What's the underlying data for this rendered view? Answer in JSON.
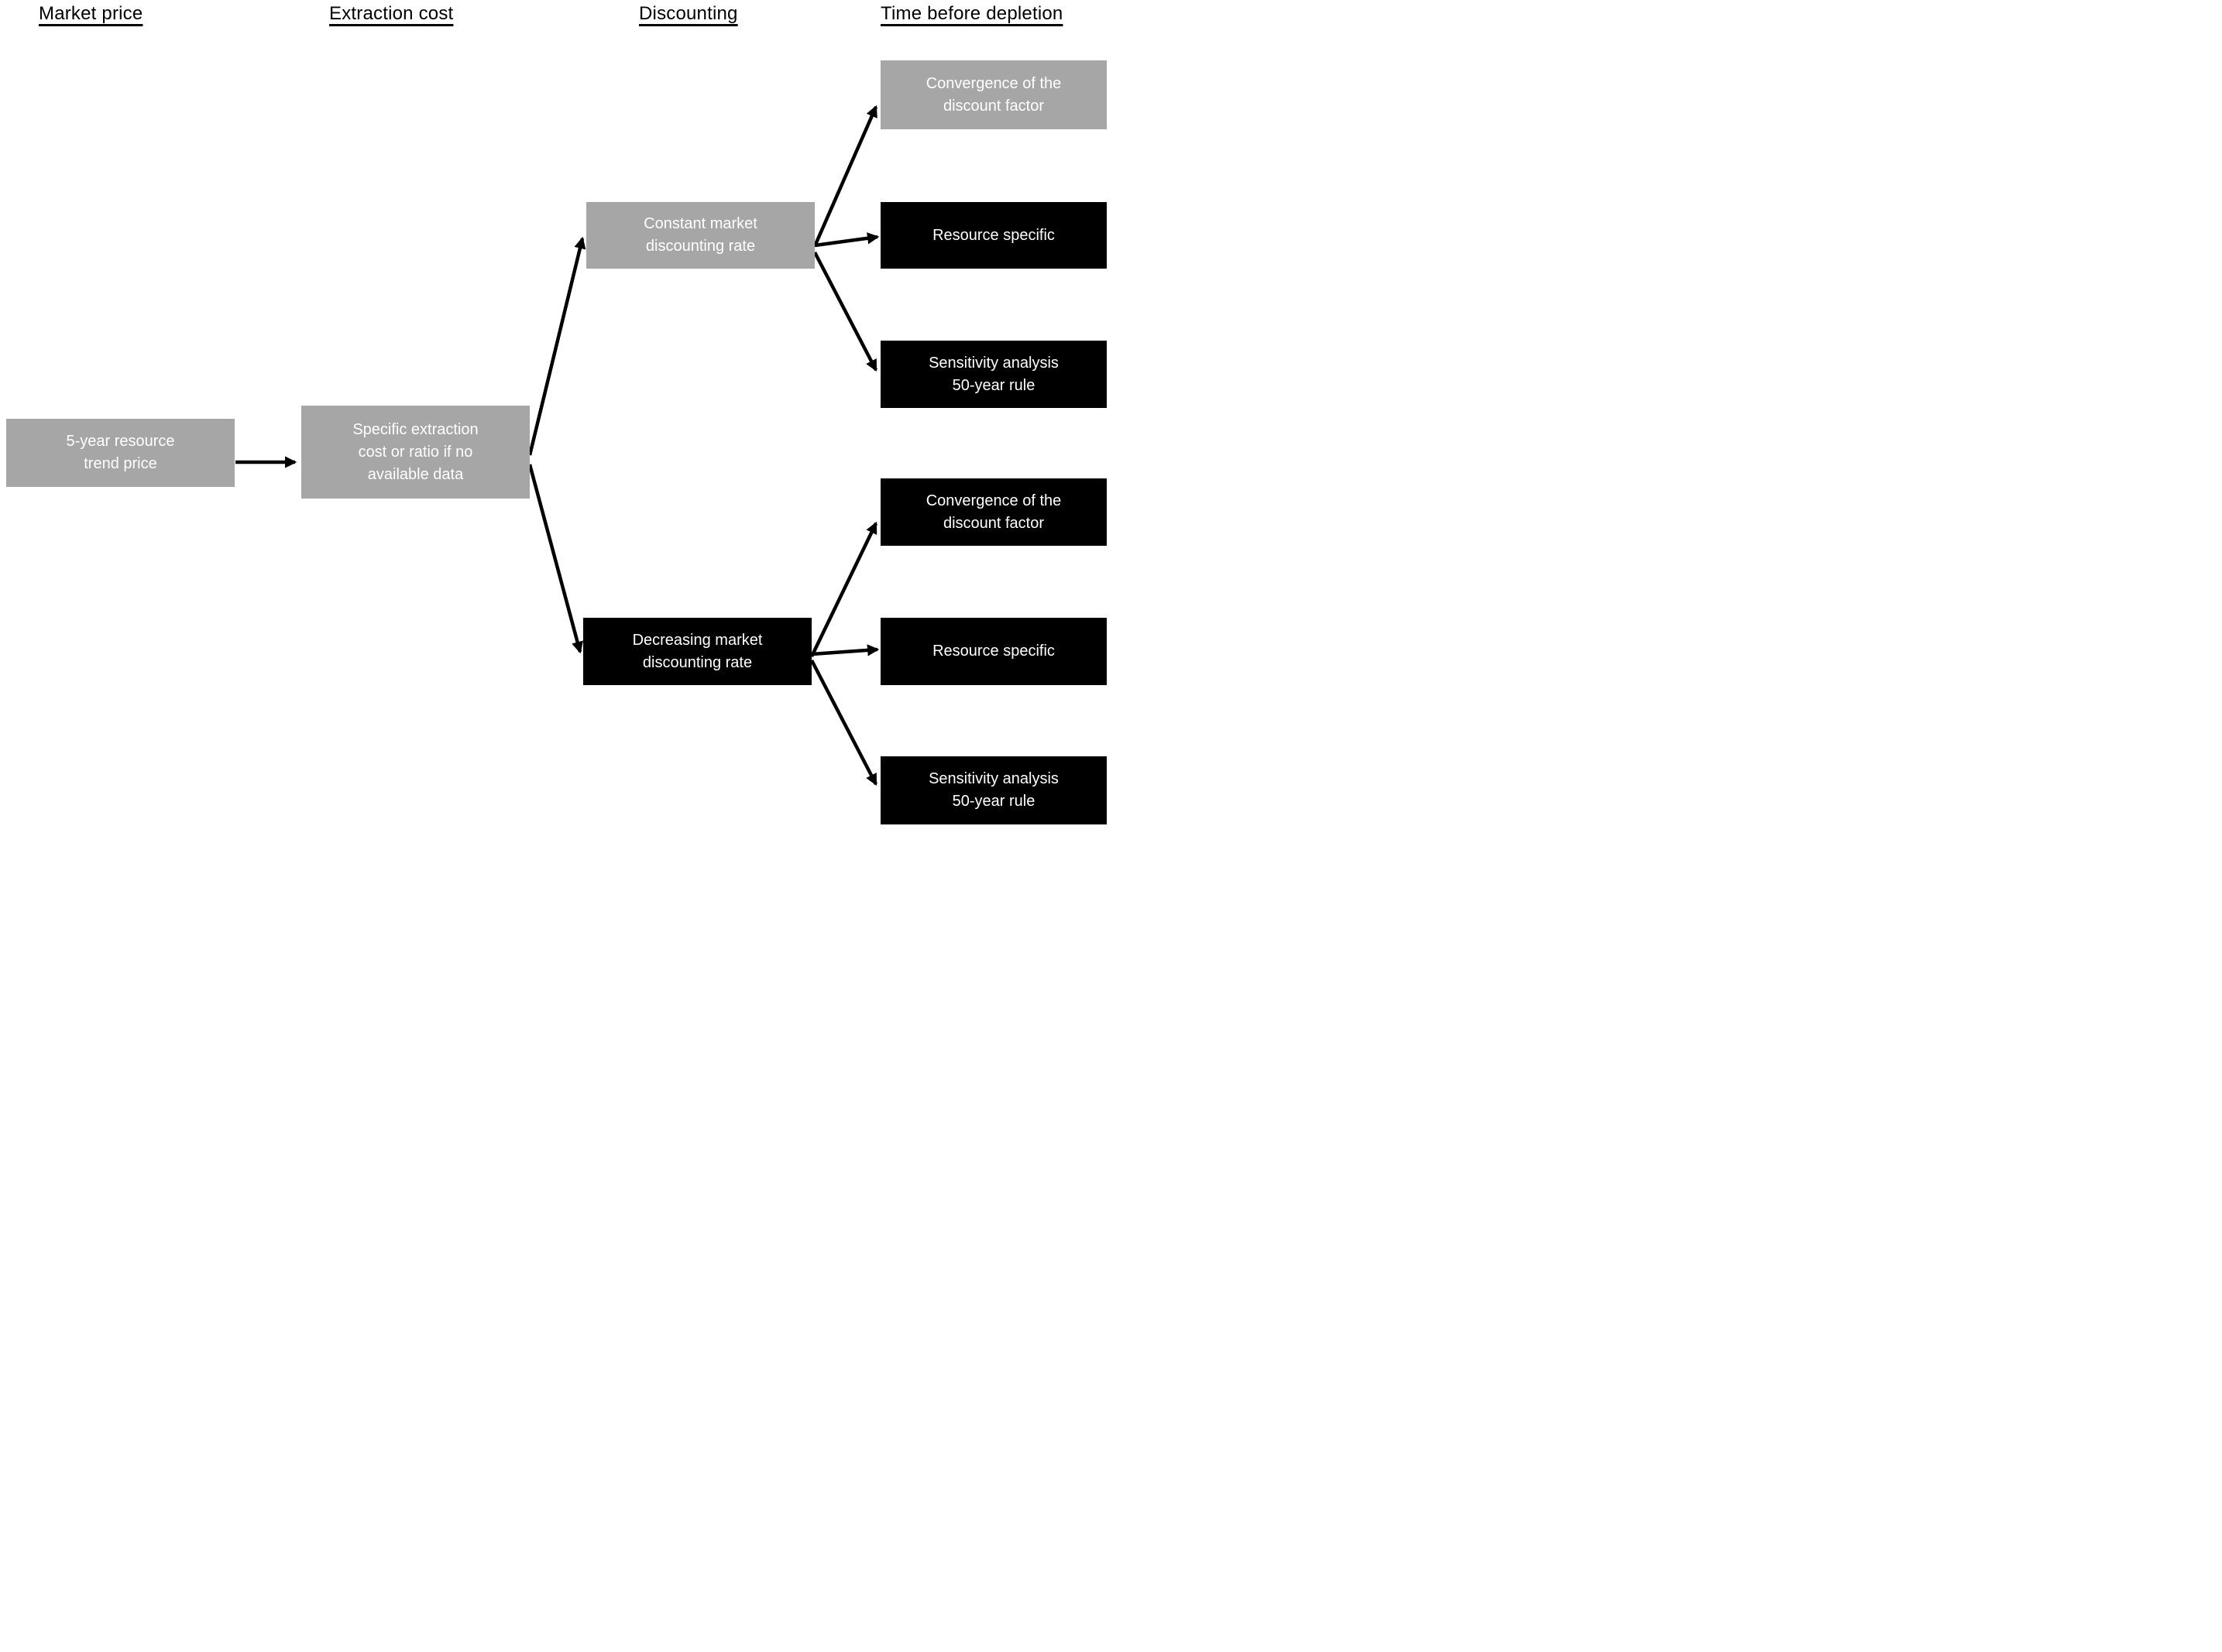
{
  "headers": [
    {
      "label": "Market price"
    },
    {
      "label": "Extraction cost"
    },
    {
      "label": "Discounting"
    },
    {
      "label": "Time before depletion"
    }
  ],
  "nodes": {
    "trend_price": {
      "label": "5-year resource\ntrend price",
      "variant": "gray"
    },
    "extraction_cost": {
      "label": "Specific extraction\ncost or ratio if no\navailable data",
      "variant": "gray"
    },
    "constant_rate": {
      "label": "Constant market\ndiscounting rate",
      "variant": "gray"
    },
    "decreasing_rate": {
      "label": "Decreasing market\ndiscounting rate",
      "variant": "black"
    },
    "convergence_top": {
      "label": "Convergence of the\ndiscount factor",
      "variant": "gray"
    },
    "resource_specific_top": {
      "label": "Resource specific",
      "variant": "black"
    },
    "sensitivity_top": {
      "label": "Sensitivity analysis\n50-year rule",
      "variant": "black"
    },
    "convergence_bottom": {
      "label": "Convergence of the\ndiscount factor",
      "variant": "black"
    },
    "resource_specific_bottom": {
      "label": "Resource specific",
      "variant": "black"
    },
    "sensitivity_bottom": {
      "label": "Sensitivity analysis\n50-year rule",
      "variant": "black"
    }
  },
  "colors": {
    "gray_box": "#a6a6a6",
    "black_box": "#000000",
    "box_text": "#ffffff",
    "heading_text": "#000000",
    "arrow": "#000000",
    "background": "#ffffff"
  }
}
